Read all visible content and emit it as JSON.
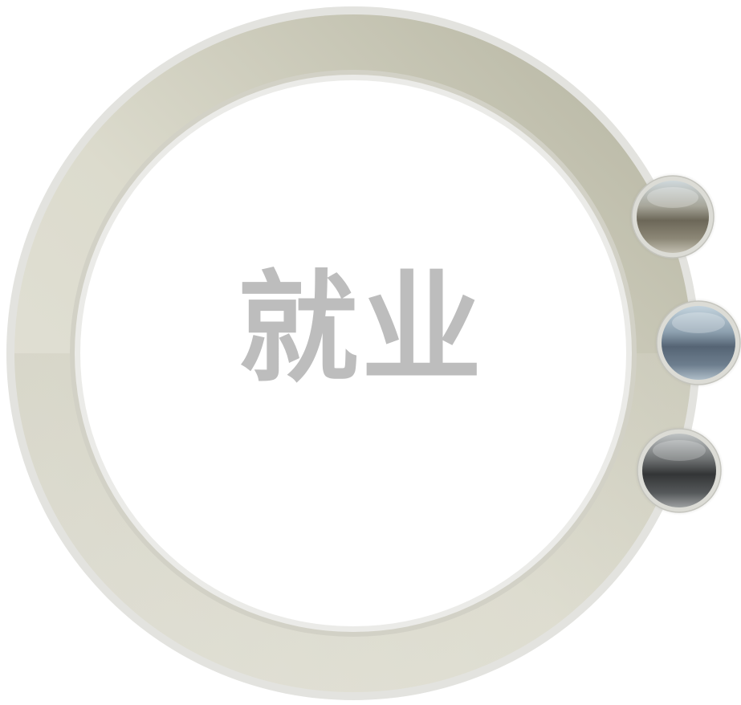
{
  "title": "就业",
  "colors": {
    "ring_light": "#e6e5dc",
    "ring_dark": "#b8b7a6",
    "ring_outline": "#d8d8d4",
    "title_gray": "#bdbdbd",
    "orb_1": "#7f7a6c",
    "orb_2": "#5e6e7c",
    "orb_3": "#4a4a4a"
  },
  "orbs": [
    {
      "name": "orb-bronze",
      "icon": "sphere-icon"
    },
    {
      "name": "orb-steel-blue",
      "icon": "sphere-icon"
    },
    {
      "name": "orb-charcoal",
      "icon": "sphere-icon"
    }
  ]
}
